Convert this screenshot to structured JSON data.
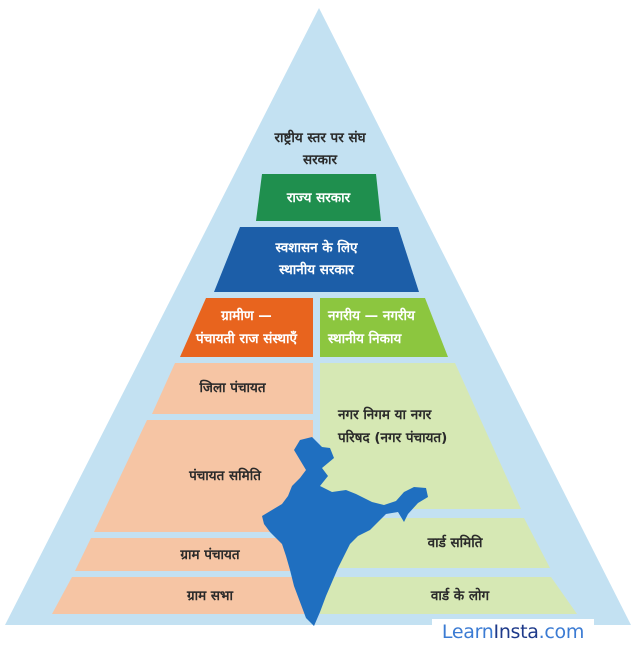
{
  "pyramid": {
    "apex": [
      "राष्ट्रीय स्तर पर संघ",
      "सरकार"
    ],
    "state": "राज्य सरकार",
    "local_self_gov": [
      "स्वशासन के लिए",
      "स्थानीय सरकार"
    ],
    "rural_header": [
      "ग्रामीण —",
      "पंचायती  राज संस्थाएँ"
    ],
    "urban_header": [
      "नगरीय — नगरीय",
      "स्थानीय निकाय"
    ],
    "rural_levels": {
      "district": "जिला पंचायत",
      "block": "पंचायत समिति",
      "village": "ग्राम पंचायत",
      "assembly": "ग्राम सभा"
    },
    "urban_levels": {
      "corporation": [
        "नगर निगम या नगर",
        "परिषद (नगर पंचायत)"
      ],
      "ward_committee": "वार्ड समिति",
      "ward_people": "वार्ड के लोग"
    }
  },
  "watermark": {
    "part1": "Learn",
    "part2": "Insta",
    "part3": ".com"
  },
  "colors": {
    "pyramid_bg": "#c3e1f2",
    "green": "#1f8f4e",
    "blue": "#1c5ea8",
    "orange": "#e8641e",
    "light_green": "#8cc63f",
    "peach": "#f6c5a4",
    "pale_green": "#d6e8b4",
    "india_map": "#1f6fc0"
  }
}
